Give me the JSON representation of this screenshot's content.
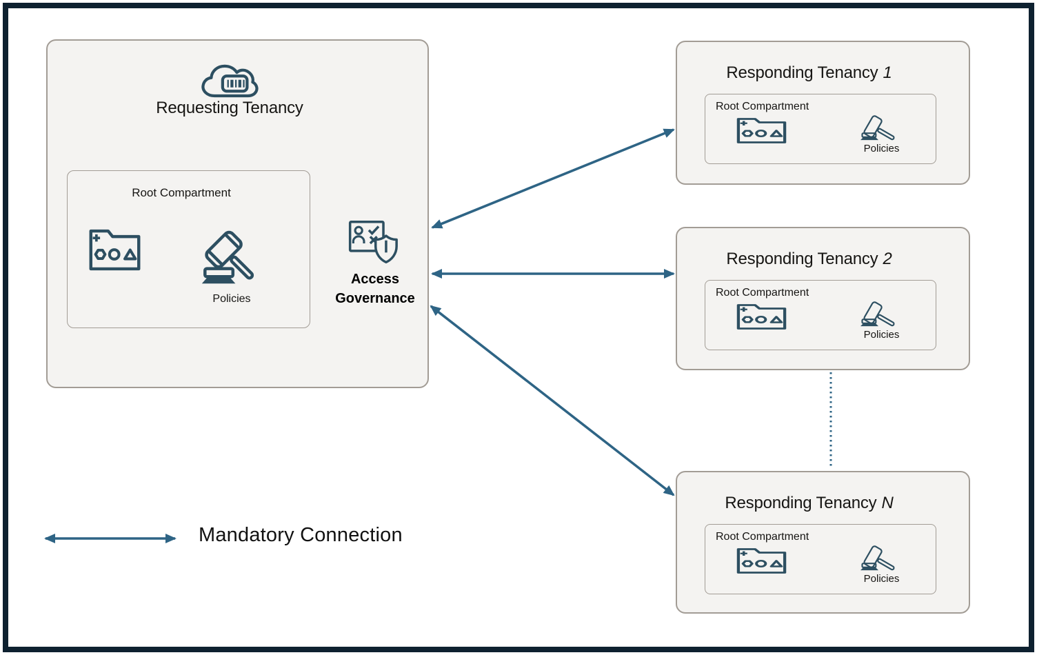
{
  "theme": {
    "frame": "#0e2130",
    "arrow": "#2e6485",
    "ink": "#2d4f61",
    "box-fill": "#f4f3f1",
    "box-border": "#a29c95",
    "text": "#161513"
  },
  "requesting_tenancy": {
    "icon": "cloud-tenancy-icon",
    "title": "Requesting Tenancy",
    "root_compartment": {
      "title": "Root Compartment",
      "compartment_icon": "compartment-folder-icon",
      "policies_icon": "gavel-policies-icon",
      "policies_label": "Policies"
    },
    "access_governance": {
      "icon": "access-governance-icon",
      "label_line1": "Access",
      "label_line2": "Governance"
    }
  },
  "responding_tenancies": [
    {
      "title_prefix": "Responding Tenancy",
      "title_suffix": "1",
      "root_compartment": {
        "title": "Root Compartment",
        "compartment_icon": "compartment-folder-icon",
        "policies_icon": "gavel-policies-icon",
        "policies_label": "Policies"
      }
    },
    {
      "title_prefix": "Responding Tenancy",
      "title_suffix": "2",
      "root_compartment": {
        "title": "Root Compartment",
        "compartment_icon": "compartment-folder-icon",
        "policies_icon": "gavel-policies-icon",
        "policies_label": "Policies"
      }
    },
    {
      "title_prefix": "Responding Tenancy",
      "title_suffix": "N",
      "root_compartment": {
        "title": "Root Compartment",
        "compartment_icon": "compartment-folder-icon",
        "policies_icon": "gavel-policies-icon",
        "policies_label": "Policies"
      }
    }
  ],
  "connections": {
    "style": "double-headed-arrow",
    "links": [
      {
        "from": "requesting-tenancy-access-governance",
        "to": "responding-tenancy-1"
      },
      {
        "from": "requesting-tenancy-access-governance",
        "to": "responding-tenancy-2"
      },
      {
        "from": "requesting-tenancy-access-governance",
        "to": "responding-tenancy-n"
      }
    ],
    "continuation": "dotted-line-between-responding-tenancy-2-and-n"
  },
  "legend": {
    "arrow_icon": "double-arrow-icon",
    "label": "Mandatory Connection"
  }
}
